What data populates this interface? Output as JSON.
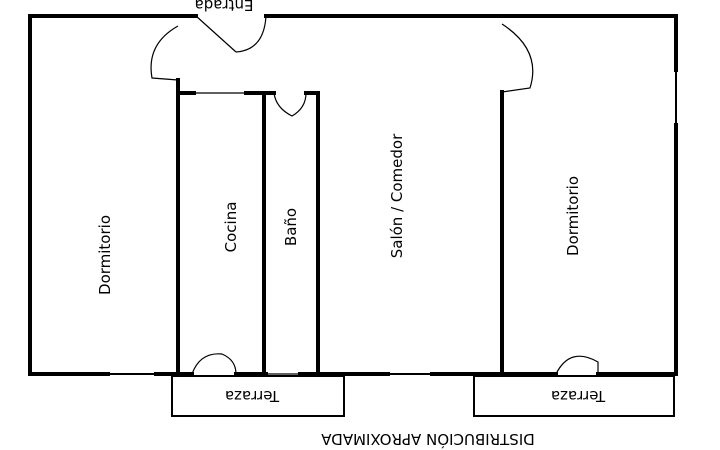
{
  "plan": {
    "rooms": {
      "dormitorio_left": "Dormitorio",
      "cocina": "Cocina",
      "bano": "Baño",
      "salon": "Salón / Comedor",
      "dormitorio_right": "Dormitorio"
    },
    "entrance": "Entrada",
    "terrace_left": "Terraza",
    "terrace_right": "Terraza",
    "caption": "DISTRIBUCIÓN APROXIMADA"
  }
}
